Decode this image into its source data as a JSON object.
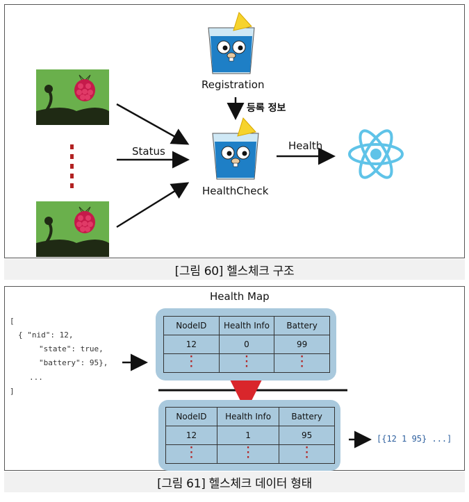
{
  "figure1": {
    "registration_label": "Registration",
    "reg_info_label": "등록 정보",
    "status_label": "Status",
    "health_label": "Health",
    "healthcheck_label": "HealthCheck",
    "caption": "[그림 60] 헬스체크 구조"
  },
  "figure2": {
    "map_title": "Health Map",
    "json_lines": [
      "[",
      "{ \"nid\": 12,",
      "\"state\": true,",
      "\"battery\": 95},",
      "...",
      "]"
    ],
    "table_headers": [
      "NodeID",
      "Health Info",
      "Battery"
    ],
    "table_before_row": [
      "12",
      "0",
      "99"
    ],
    "table_after_row": [
      "12",
      "1",
      "95"
    ],
    "output_text": "[{12 1 95} ...]",
    "caption": "[그림 61] 헬스체크 데이터 형태"
  },
  "colors": {
    "table_bg": "#a9c9dd",
    "accent_red": "#d9262b",
    "dots_red": "#b22222",
    "react_blue": "#5fc3e8",
    "pi_green": "#6ab04c",
    "pi_berry": "#c51a4a"
  }
}
